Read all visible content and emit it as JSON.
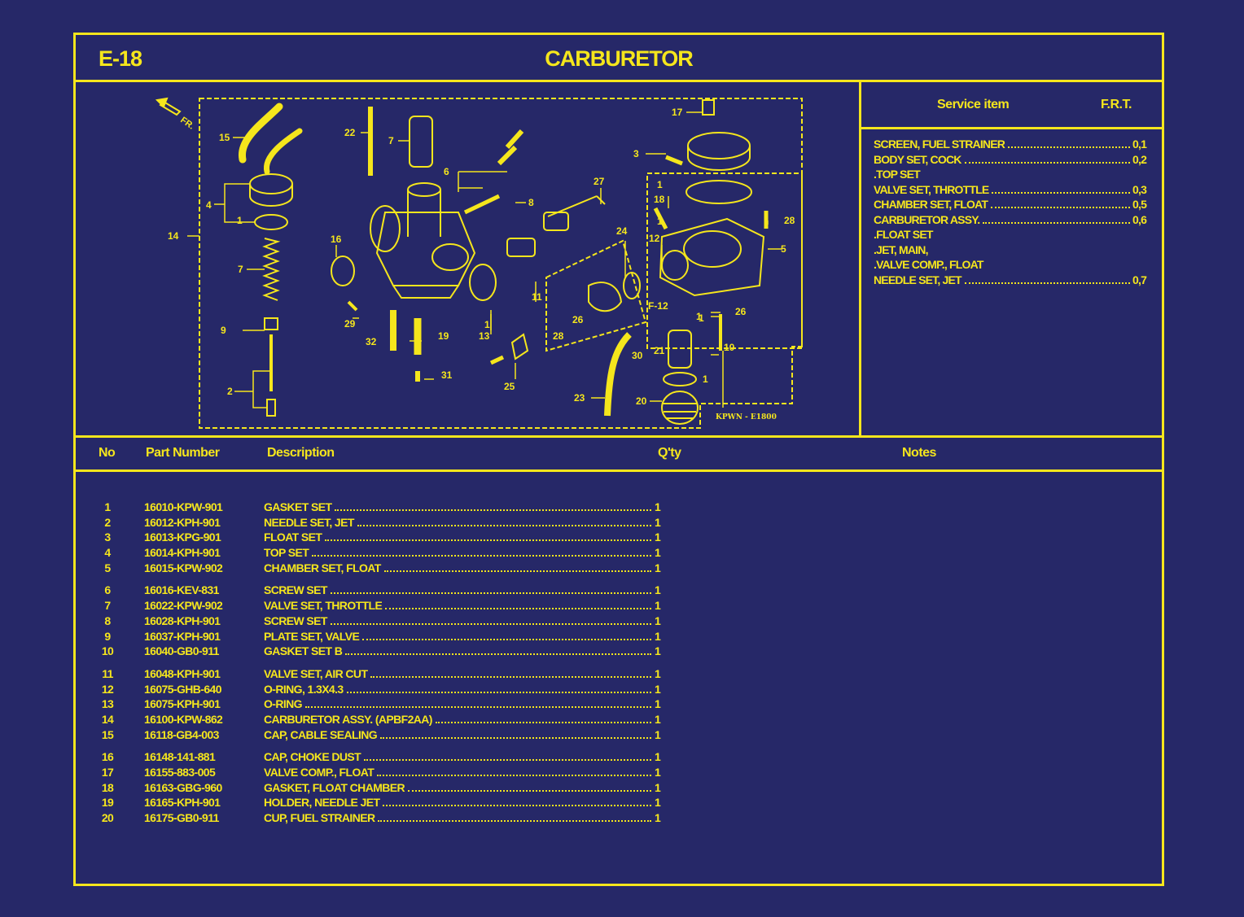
{
  "header": {
    "code": "E-18",
    "title": "CARBURETOR"
  },
  "diagram": {
    "ref_code": "KPWN - E1800",
    "callouts": [
      "15",
      "22",
      "7",
      "17",
      "3",
      "6",
      "27",
      "4",
      "1",
      "8",
      "18",
      "28",
      "14",
      "16",
      "24",
      "12",
      "5",
      "7",
      "11",
      "9",
      "29",
      "26",
      "F-12",
      "1",
      "26",
      "32",
      "19",
      "13",
      "28",
      "30",
      "21",
      "10",
      "2",
      "31",
      "25",
      "23",
      "20",
      "1",
      "1",
      "1",
      "1",
      "1"
    ],
    "front_label": "FR."
  },
  "service": {
    "headers": {
      "item": "Service item",
      "frt": "F.R.T."
    },
    "rows": [
      {
        "label": "SCREEN, FUEL STRAINER",
        "value": "0,1"
      },
      {
        "label": "BODY SET, COCK",
        "value": "0,2"
      },
      {
        "label": ".TOP SET",
        "value": ""
      },
      {
        "label": "VALVE SET, THROTTLE",
        "value": "0,3"
      },
      {
        "label": "CHAMBER SET, FLOAT",
        "value": "0,5"
      },
      {
        "label": "CARBURETOR ASSY.",
        "value": "0,6"
      },
      {
        "label": ".FLOAT SET",
        "value": ""
      },
      {
        "label": ".JET, MAIN,",
        "value": ""
      },
      {
        "label": ".VALVE COMP., FLOAT",
        "value": ""
      },
      {
        "label": "NEEDLE SET, JET",
        "value": "0,7"
      }
    ]
  },
  "columns": {
    "no": "No",
    "part": "Part Number",
    "desc": "Description",
    "qty": "Q'ty",
    "notes": "Notes"
  },
  "parts": [
    [
      {
        "no": "1",
        "pn": "16010-KPW-901",
        "desc": "GASKET SET",
        "qty": "1"
      },
      {
        "no": "2",
        "pn": "16012-KPH-901",
        "desc": "NEEDLE SET, JET",
        "qty": "1"
      },
      {
        "no": "3",
        "pn": "16013-KPG-901",
        "desc": "FLOAT SET",
        "qty": "1"
      },
      {
        "no": "4",
        "pn": "16014-KPH-901",
        "desc": "TOP SET",
        "qty": "1"
      },
      {
        "no": "5",
        "pn": "16015-KPW-902",
        "desc": "CHAMBER SET, FLOAT",
        "qty": "1"
      }
    ],
    [
      {
        "no": "6",
        "pn": "16016-KEV-831",
        "desc": "SCREW SET",
        "qty": "1"
      },
      {
        "no": "7",
        "pn": "16022-KPW-902",
        "desc": "VALVE SET, THROTTLE",
        "qty": "1"
      },
      {
        "no": "8",
        "pn": "16028-KPH-901",
        "desc": "SCREW SET",
        "qty": "1"
      },
      {
        "no": "9",
        "pn": "16037-KPH-901",
        "desc": "PLATE SET, VALVE",
        "qty": "1"
      },
      {
        "no": "10",
        "pn": "16040-GB0-911",
        "desc": "GASKET SET B",
        "qty": "1"
      }
    ],
    [
      {
        "no": "11",
        "pn": "16048-KPH-901",
        "desc": "VALVE SET, AIR CUT",
        "qty": "1"
      },
      {
        "no": "12",
        "pn": "16075-GHB-640",
        "desc": "O-RING, 1.3X4.3",
        "qty": "1"
      },
      {
        "no": "13",
        "pn": "16075-KPH-901",
        "desc": "O-RING",
        "qty": "1"
      },
      {
        "no": "14",
        "pn": "16100-KPW-862",
        "desc": "CARBURETOR ASSY. (APBF2AA)",
        "qty": "1"
      },
      {
        "no": "15",
        "pn": "16118-GB4-003",
        "desc": "CAP, CABLE SEALING",
        "qty": "1"
      }
    ],
    [
      {
        "no": "16",
        "pn": "16148-141-881",
        "desc": "CAP, CHOKE DUST",
        "qty": "1"
      },
      {
        "no": "17",
        "pn": "16155-883-005",
        "desc": "VALVE COMP., FLOAT",
        "qty": "1"
      },
      {
        "no": "18",
        "pn": "16163-GBG-960",
        "desc": "GASKET, FLOAT CHAMBER",
        "qty": "1"
      },
      {
        "no": "19",
        "pn": "16165-KPH-901",
        "desc": "HOLDER, NEEDLE JET",
        "qty": "1"
      },
      {
        "no": "20",
        "pn": "16175-GB0-911",
        "desc": "CUP, FUEL STRAINER",
        "qty": "1"
      }
    ]
  ],
  "colors": {
    "background": "#262868",
    "ink": "#f5e61c"
  }
}
